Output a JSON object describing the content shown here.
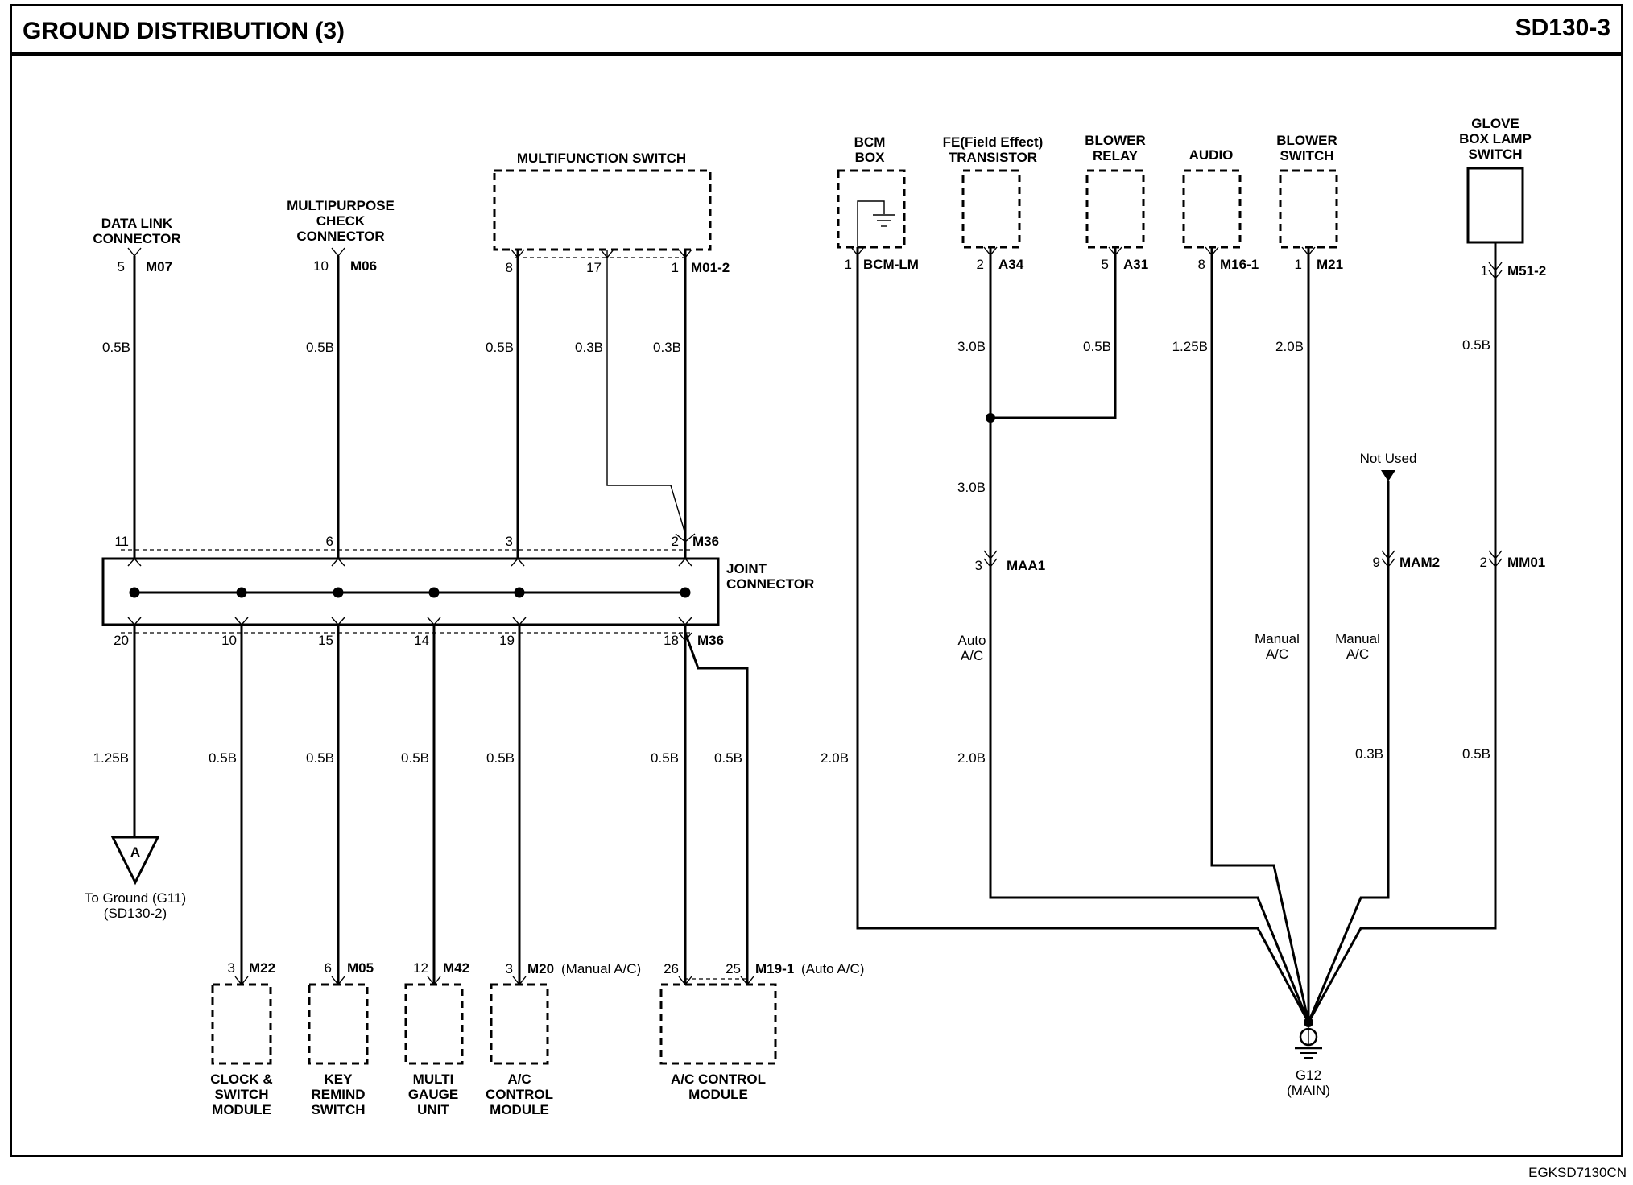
{
  "header": {
    "title": "GROUND DISTRIBUTION (3)",
    "page_id": "SD130-3"
  },
  "footer": {
    "code": "EGKSD7130CN"
  },
  "components": {
    "data_link": "DATA LINK\nCONNECTOR",
    "multipurpose": "MULTIPURPOSE\nCHECK\nCONNECTOR",
    "multifunction": "MULTIFUNCTION SWITCH",
    "bcm": "BCM\nBOX",
    "fe": "FE(Field Effect)\nTRANSISTOR",
    "blower_relay": "BLOWER\nRELAY",
    "audio": "AUDIO",
    "blower_switch": "BLOWER\nSWITCH",
    "glove": "GLOVE\nBOX LAMP\nSWITCH",
    "joint": "JOINT\nCONNECTOR",
    "clock": "CLOCK &\nSWITCH\nMODULE",
    "key": "KEY\nREMIND\nSWITCH",
    "multi_gauge": "MULTI\nGAUGE\nUNIT",
    "ac_module": "A/C\nCONTROL\nMODULE",
    "ac_module2": "A/C CONTROL\nMODULE",
    "ground_a_note": "To Ground (G11)\n(SD130-2)",
    "ground_a_letter": "A",
    "g12": "G12\n(MAIN)",
    "not_used": "Not Used"
  },
  "connectors": {
    "m07": "M07",
    "m06": "M06",
    "m01_2": "M01-2",
    "bcm_lm": "BCM-LM",
    "a34": "A34",
    "a31": "A31",
    "m16_1": "M16-1",
    "m21": "M21",
    "m51_2": "M51-2",
    "m36_top": "M36",
    "m36_bot": "M36",
    "maa1": "MAA1",
    "mam2": "MAM2",
    "mm01": "MM01",
    "m22": "M22",
    "m05": "M05",
    "m42": "M42",
    "m20": "M20",
    "m20_note": "(Manual A/C)",
    "m19_1": "M19-1",
    "m19_note": "(Auto A/C)"
  },
  "pins": {
    "p5a": "5",
    "p10a": "10",
    "p8": "8",
    "p17": "17",
    "p1a": "1",
    "p1b": "1",
    "p2a": "2",
    "p5b": "5",
    "p8b": "8",
    "p1c": "1",
    "p1d": "1",
    "j11": "11",
    "j6": "6",
    "j3": "3",
    "j2": "2",
    "j20": "20",
    "j10": "10",
    "j15": "15",
    "j14": "14",
    "j19": "19",
    "j18": "18",
    "p3a": "3",
    "p9": "9",
    "p2b": "2",
    "b3a": "3",
    "b6": "6",
    "b12": "12",
    "b3b": "3",
    "b26": "26",
    "b25": "25"
  },
  "wires": {
    "w1": "0.5B",
    "w2": "0.5B",
    "w3": "0.5B",
    "w4": "0.3B",
    "w5": "0.3B",
    "w6": "3.0B",
    "w7": "0.5B",
    "w8": "1.25B",
    "w9": "2.0B",
    "w10": "0.5B",
    "w11": "3.0B",
    "w12": "1.25B",
    "w13": "0.5B",
    "w14": "0.5B",
    "w15": "0.5B",
    "w16": "0.5B",
    "w17": "0.5B",
    "w18": "0.5B",
    "w19": "2.0B",
    "w20": "2.0B",
    "w21": "0.3B",
    "w22": "0.5B"
  },
  "notes": {
    "auto_ac": "Auto\nA/C",
    "manual_ac1": "Manual\nA/C",
    "manual_ac2": "Manual\nA/C"
  }
}
